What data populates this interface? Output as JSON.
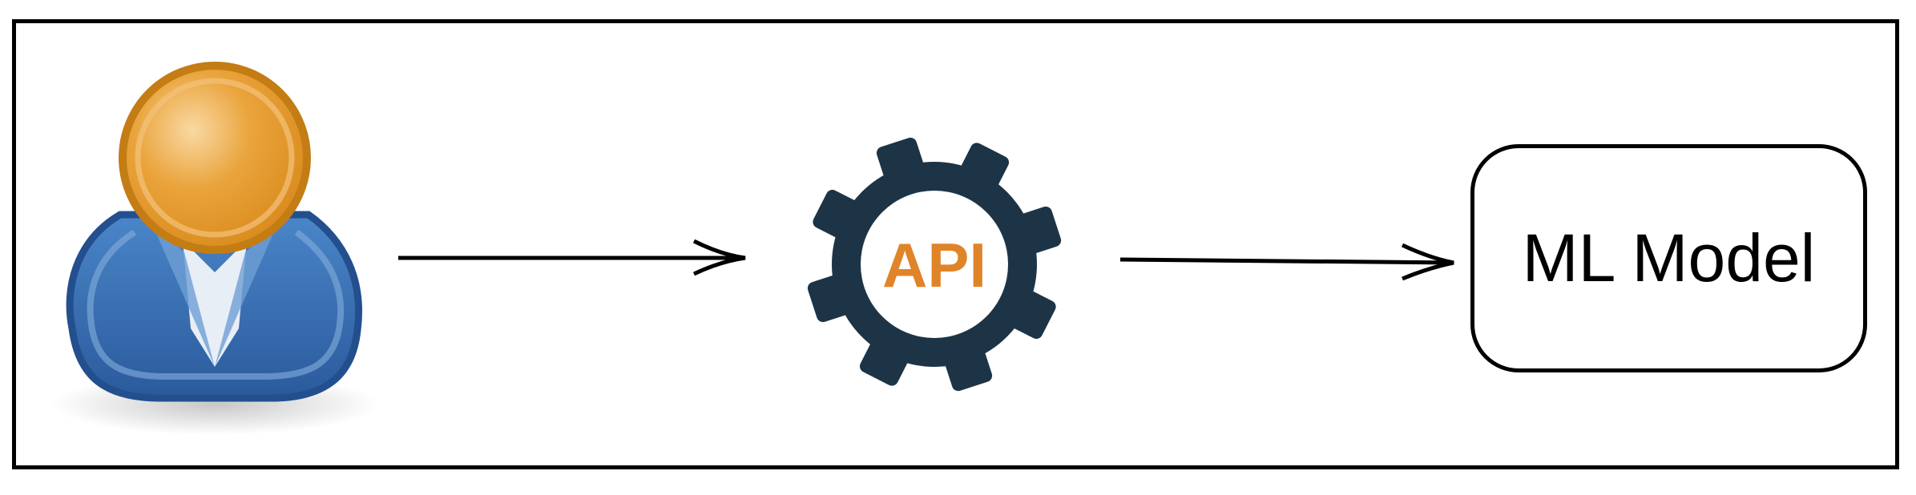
{
  "nodes": {
    "user": {
      "icon": "user-icon"
    },
    "api": {
      "icon": "gear-icon",
      "label": "API"
    },
    "model": {
      "label": "ML Model"
    }
  },
  "edges": [
    {
      "from": "user",
      "to": "api"
    },
    {
      "from": "api",
      "to": "model"
    }
  ],
  "colors": {
    "frame": "#000000",
    "gear": "#1c3446",
    "api_text": "#e0842a",
    "user_head": "#e3972a",
    "user_body": "#2e63a6"
  }
}
